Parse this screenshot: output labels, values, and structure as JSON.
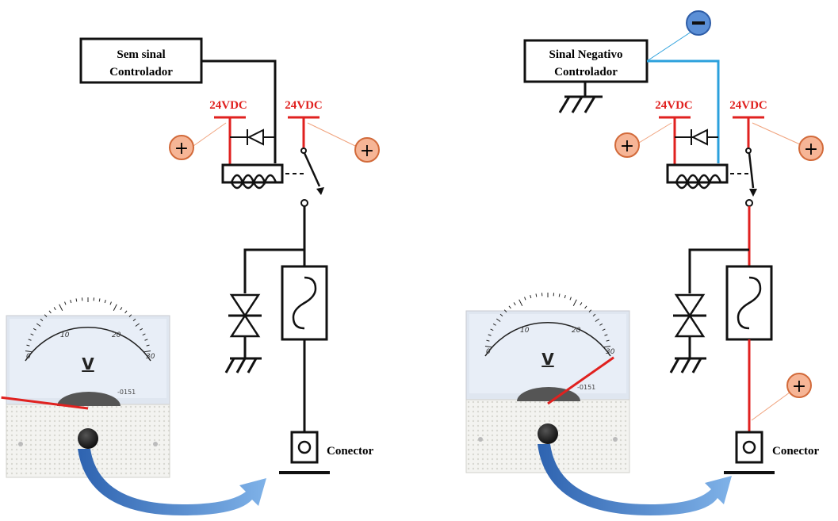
{
  "left": {
    "controller_label_line1": "Sem sinal",
    "controller_label_line2": "Controlador",
    "supply_left": "24VDC",
    "supply_right": "24VDC",
    "plus_a": "+",
    "plus_b": "+",
    "connector": "Conector",
    "meter": {
      "ticks": [
        "0",
        "10",
        "20",
        "30"
      ],
      "unit": "V",
      "model": "-0151",
      "reading": 0
    }
  },
  "right": {
    "controller_label_line1": "Sinal Negativo",
    "controller_label_line2": "Controlador",
    "minus": "−",
    "supply_left": "24VDC",
    "supply_right": "24VDC",
    "plus_a": "+",
    "plus_b": "+",
    "plus_c": "+",
    "connector": "Conector",
    "meter": {
      "ticks": [
        "0",
        "10",
        "20",
        "30"
      ],
      "unit": "V",
      "model": "-0151",
      "reading": 24
    }
  },
  "colors": {
    "supply_red": "#e0211f",
    "negative_blue": "#2ba0dc",
    "wire_black": "#111111",
    "badge_fill": "#f6b596",
    "badge_stroke": "#d26a3a",
    "minus_fill": "#5b8fd6",
    "arrow_blue": "#4a82c8"
  }
}
